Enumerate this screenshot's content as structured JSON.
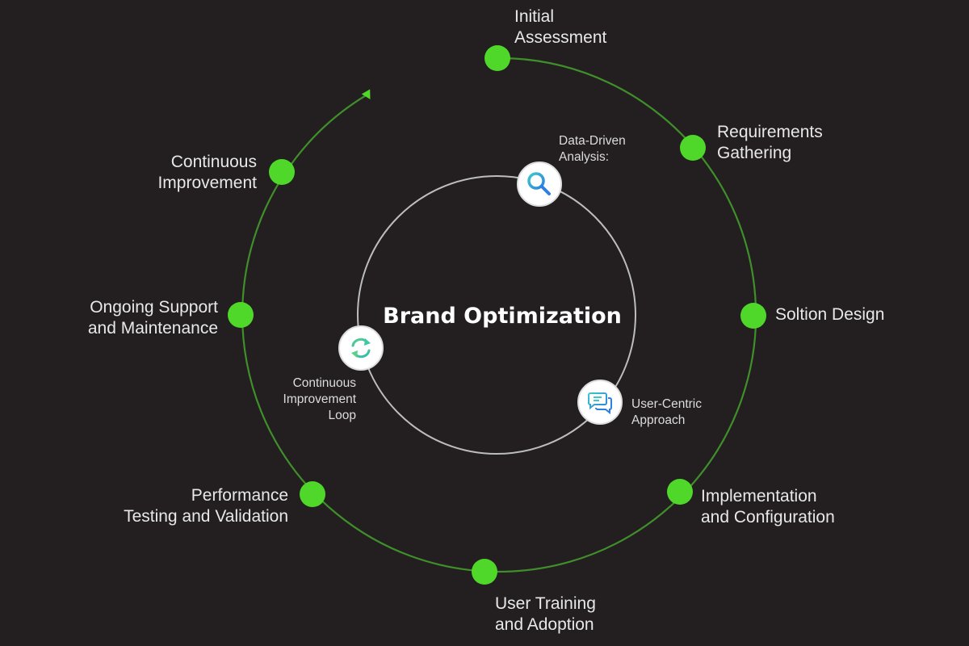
{
  "title": "Brand Optimization",
  "colors": {
    "background": "#231f20",
    "node": "#4fd82a",
    "outer_ring": "#3f8f2a",
    "inner_ring": "#bdbdbd",
    "label": "#e8e8e8",
    "icon_bg": "#ffffff",
    "icon_accent_blue": "#2f8fe0",
    "icon_accent_teal": "#3cc9a8"
  },
  "outer_cycle": {
    "direction": "clockwise",
    "steps": [
      {
        "id": "initial-assessment",
        "lines": [
          "Initial",
          "Assessment"
        ]
      },
      {
        "id": "requirements-gathering",
        "lines": [
          "Requirements",
          "Gathering"
        ]
      },
      {
        "id": "solution-design",
        "lines": [
          "Soltion Design"
        ]
      },
      {
        "id": "implementation-configuration",
        "lines": [
          "Implementation",
          "and Configuration"
        ]
      },
      {
        "id": "user-training-adoption",
        "lines": [
          "User Training",
          "and Adoption"
        ]
      },
      {
        "id": "performance-testing-validation",
        "lines": [
          "Performance",
          "Testing and Validation"
        ]
      },
      {
        "id": "ongoing-support-maintenance",
        "lines": [
          "Ongoing Support",
          "and Maintenance"
        ]
      },
      {
        "id": "continuous-improvement",
        "lines": [
          "Continuous",
          "Improvement"
        ]
      }
    ]
  },
  "inner_cycle": {
    "items": [
      {
        "id": "data-driven-analysis",
        "icon": "search-icon",
        "lines": [
          "Data-Driven",
          "Analysis:"
        ]
      },
      {
        "id": "user-centric-approach",
        "icon": "chat-bubbles-icon",
        "lines": [
          "User-Centric",
          "Approach"
        ]
      },
      {
        "id": "continuous-improvement-loop",
        "icon": "refresh-cycle-icon",
        "lines": [
          "Continuous",
          "Improvement",
          "Loop"
        ]
      }
    ]
  }
}
